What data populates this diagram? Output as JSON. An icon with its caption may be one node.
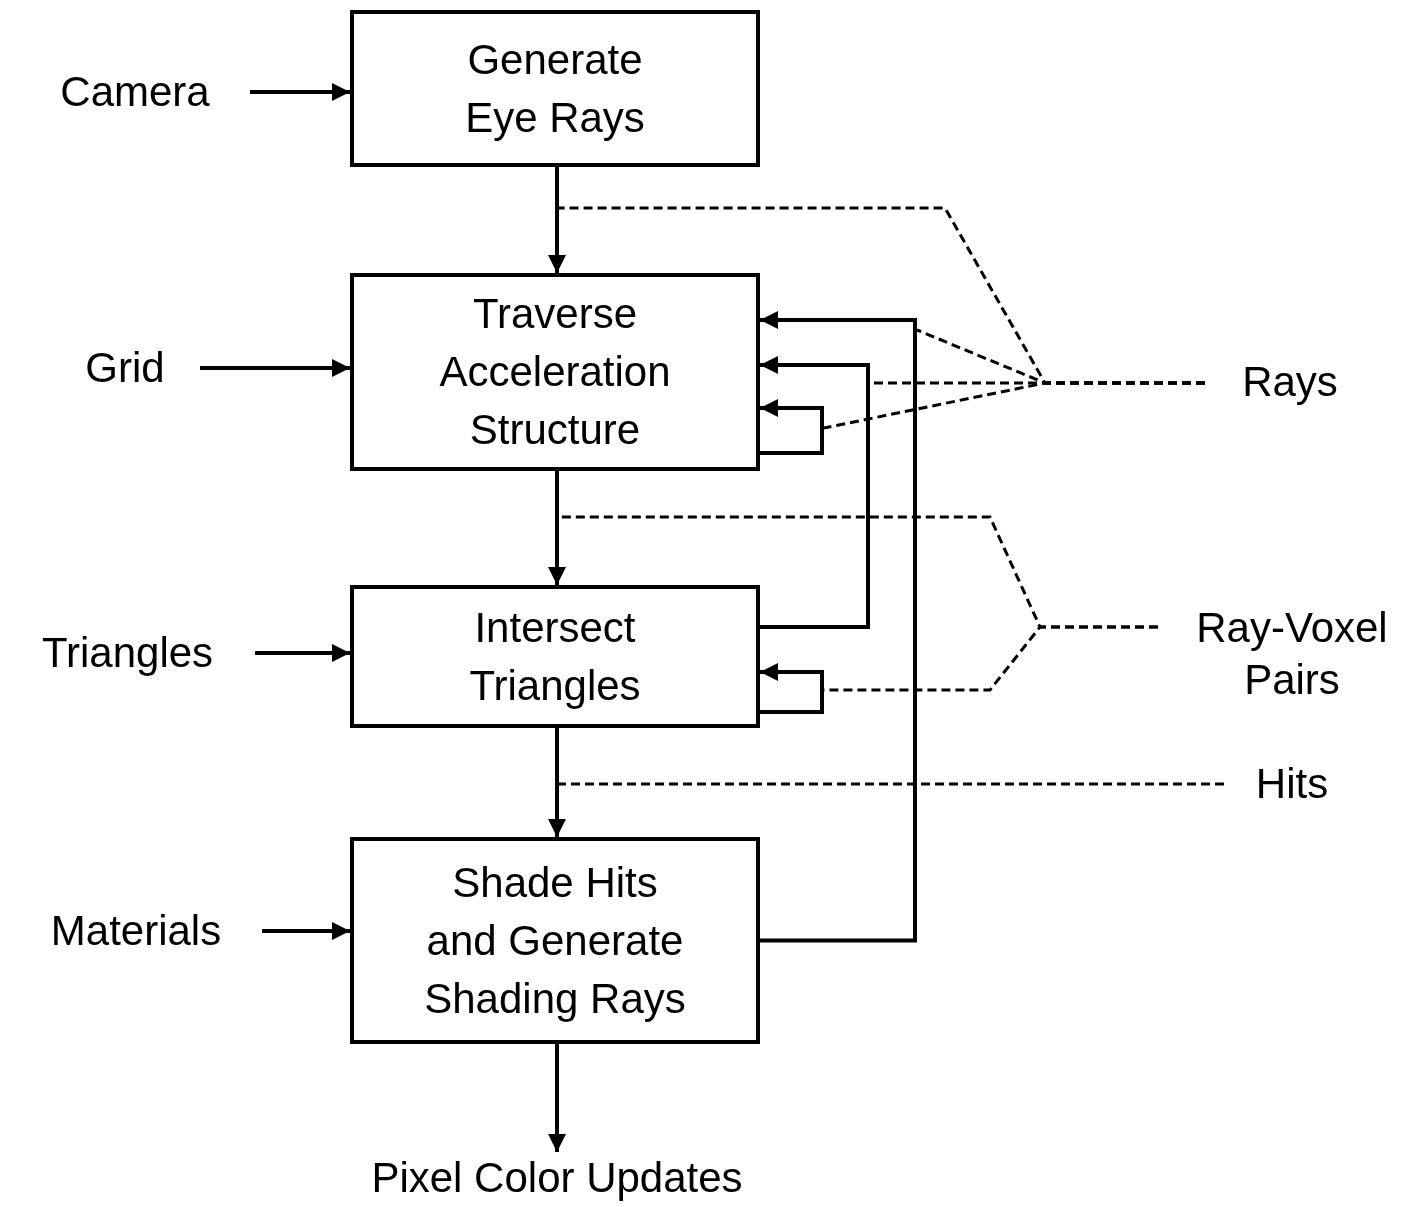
{
  "diagram": {
    "nodes": [
      {
        "text": [
          "Camera"
        ]
      },
      {
        "text": [
          "Generate Eye Rays"
        ]
      },
      {
        "text": [
          "Grid"
        ]
      },
      {
        "text": [
          "Traverse Acceleration Structure"
        ]
      },
      {
        "text": [
          "Triangles"
        ]
      },
      {
        "text": [
          "Intersect Triangles"
        ]
      },
      {
        "text": [
          "Materials"
        ]
      },
      {
        "text": [
          "Shade Hits and Generate Shading Rays"
        ]
      },
      {
        "text": [
          "Pixel Color Updates"
        ]
      },
      {
        "text": [
          "Rays"
        ]
      },
      {
        "text": [
          "Ray-Voxel Pairs"
        ]
      },
      {
        "text": [
          "Hits"
        ]
      }
    ],
    "edges": [
      {
        "from": 0,
        "to": 1,
        "arrow": "to"
      },
      {
        "from": 1,
        "to": 3,
        "arrow": "to"
      },
      {
        "from": 2,
        "to": 3,
        "arrow": "to"
      },
      {
        "from": 3,
        "to": 5,
        "arrow": "to"
      },
      {
        "from": 4,
        "to": 5,
        "arrow": "to"
      },
      {
        "from": 5,
        "to": 7,
        "arrow": "to"
      },
      {
        "from": 6,
        "to": 7,
        "arrow": "to"
      },
      {
        "from": 7,
        "to": 8,
        "arrow": "to"
      },
      {
        "from": 7,
        "to": 3,
        "arrow": "to"
      },
      {
        "from": 5,
        "to": 3,
        "arrow": "to"
      },
      {
        "from": 3,
        "to": 3,
        "arrow": "to"
      },
      {
        "from": 5,
        "to": 5,
        "arrow": "to"
      },
      {
        "from": 9,
        "to": null,
        "arrow": "none",
        "style": "dashed"
      },
      {
        "from": 9,
        "to": null,
        "arrow": "none",
        "style": "dashed"
      },
      {
        "from": 9,
        "to": null,
        "arrow": "none",
        "style": "dashed"
      },
      {
        "from": 9,
        "to": null,
        "arrow": "none",
        "style": "dashed"
      },
      {
        "from": 10,
        "to": null,
        "arrow": "none",
        "style": "dashed"
      },
      {
        "from": 10,
        "to": null,
        "arrow": "none",
        "style": "dashed"
      },
      {
        "from": 11,
        "to": null,
        "arrow": "none",
        "style": "dashed"
      }
    ]
  }
}
